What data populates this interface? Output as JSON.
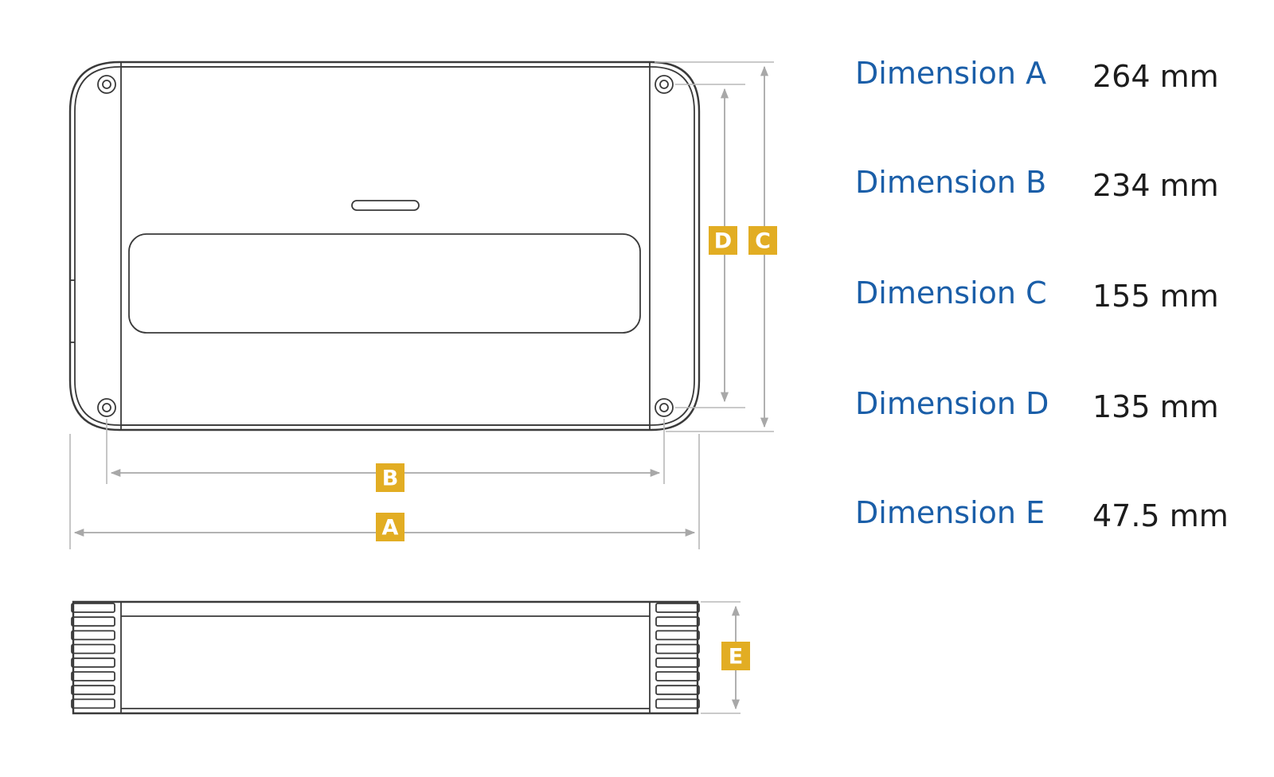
{
  "badges": {
    "a": "A",
    "b": "B",
    "c": "C",
    "d": "D",
    "e": "E"
  },
  "dimensions": [
    {
      "label": "Dimension A",
      "value": "264 mm"
    },
    {
      "label": "Dimension B",
      "value": "234 mm"
    },
    {
      "label": "Dimension C",
      "value": "155 mm"
    },
    {
      "label": "Dimension D",
      "value": "135 mm"
    },
    {
      "label": "Dimension E",
      "value": "47.5 mm"
    }
  ],
  "colors": {
    "label": "#1a5ea8",
    "value": "#1c1c1c",
    "badge": "#e2ad23",
    "outline": "#3a3a3a",
    "dimension_line": "#a8a8a8"
  }
}
